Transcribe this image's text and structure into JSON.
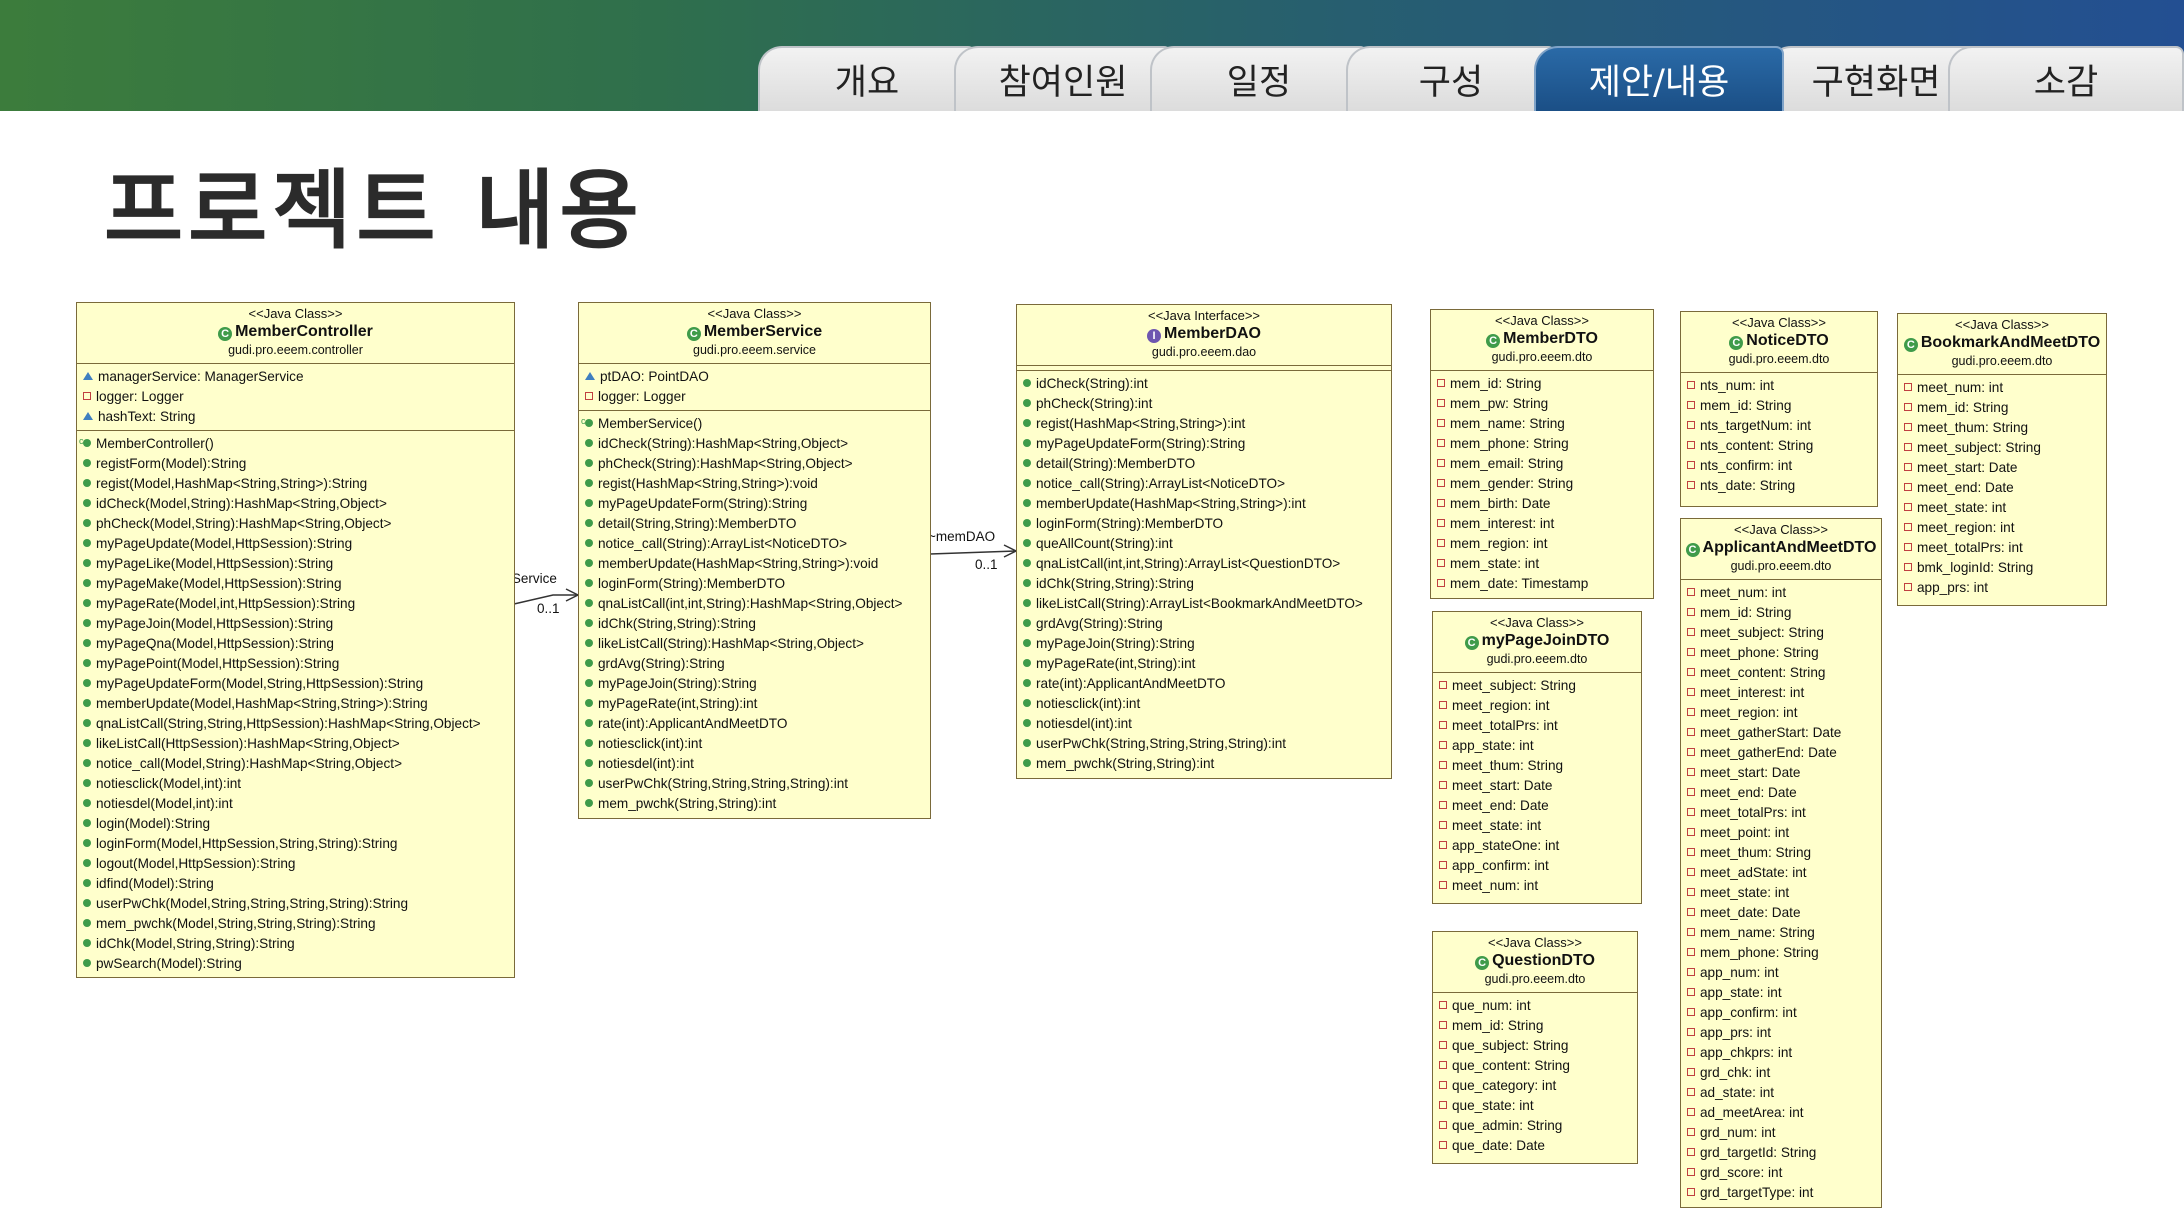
{
  "nav": {
    "tabs": [
      {
        "label": "개요",
        "active": false
      },
      {
        "label": "참여인원",
        "active": false
      },
      {
        "label": "일정",
        "active": false
      },
      {
        "label": "구성",
        "active": false
      },
      {
        "label": "제안/내용",
        "active": true
      },
      {
        "label": "구현화면",
        "active": false
      },
      {
        "label": "소감",
        "active": false
      }
    ]
  },
  "page": {
    "title": "프로젝트 내용"
  },
  "colors": {
    "header_start": "#3c7c3c",
    "header_end": "#234f92",
    "tab_active": "#1f5a96",
    "uml_fill": "#ffffcc",
    "uml_border": "#7a6a3a"
  },
  "diagram": {
    "member_controller": {
      "stereotype": "<<Java Class>>",
      "name": "MemberController",
      "package": "gudi.pro.eeem.controller",
      "fields": [
        "managerService: ManagerService",
        "logger: Logger",
        "hashText: String"
      ],
      "methods": [
        "MemberController()",
        "registForm(Model):String",
        "regist(Model,HashMap<String,String>):String",
        "idCheck(Model,String):HashMap<String,Object>",
        "phCheck(Model,String):HashMap<String,Object>",
        "myPageUpdate(Model,HttpSession):String",
        "myPageLike(Model,HttpSession):String",
        "myPageMake(Model,HttpSession):String",
        "myPageRate(Model,int,HttpSession):String",
        "myPageJoin(Model,HttpSession):String",
        "myPageQna(Model,HttpSession):String",
        "myPagePoint(Model,HttpSession):String",
        "myPageUpdateForm(Model,String,HttpSession):String",
        "memberUpdate(Model,HashMap<String,String>):String",
        "qnaListCall(String,String,HttpSession):HashMap<String,Object>",
        "likeListCall(HttpSession):HashMap<String,Object>",
        "notice_call(Model,String):HashMap<String,Object>",
        "notiesclick(Model,int):int",
        "notiesdel(Model,int):int",
        "login(Model):String",
        "loginForm(Model,HttpSession,String,String):String",
        "logout(Model,HttpSession):String",
        "idfind(Model):String",
        "userPwChk(Model,String,String,String,String):String",
        "mem_pwchk(Model,String,String,String):String",
        "idChk(Model,String,String):String",
        "pwSearch(Model):String"
      ]
    },
    "member_service": {
      "stereotype": "<<Java Class>>",
      "name": "MemberService",
      "package": "gudi.pro.eeem.service",
      "fields": [
        "ptDAO: PointDAO",
        "logger: Logger"
      ],
      "methods": [
        "MemberService()",
        "idCheck(String):HashMap<String,Object>",
        "phCheck(String):HashMap<String,Object>",
        "regist(HashMap<String,String>):void",
        "myPageUpdateForm(String):String",
        "detail(String,String):MemberDTO",
        "notice_call(String):ArrayList<NoticeDTO>",
        "memberUpdate(HashMap<String,String>):void",
        "loginForm(String):MemberDTO",
        "qnaListCall(int,int,String):HashMap<String,Object>",
        "idChk(String,String):String",
        "likeListCall(String):HashMap<String,Object>",
        "grdAvg(String):String",
        "myPageJoin(String):String",
        "myPageRate(int,String):int",
        "rate(int):ApplicantAndMeetDTO",
        "notiesclick(int):int",
        "notiesdel(int):int",
        "userPwChk(String,String,String,String):int",
        "mem_pwchk(String,String):int"
      ]
    },
    "member_dao": {
      "stereotype": "<<Java Interface>>",
      "name": "MemberDAO",
      "package": "gudi.pro.eeem.dao",
      "methods": [
        "idCheck(String):int",
        "phCheck(String):int",
        "regist(HashMap<String,String>):int",
        "myPageUpdateForm(String):String",
        "detail(String):MemberDTO",
        "notice_call(String):ArrayList<NoticeDTO>",
        "memberUpdate(HashMap<String,String>):int",
        "loginForm(String):MemberDTO",
        "queAllCount(String):int",
        "qnaListCall(int,int,String):ArrayList<QuestionDTO>",
        "idChk(String,String):String",
        "likeListCall(String):ArrayList<BookmarkAndMeetDTO>",
        "grdAvg(String):String",
        "myPageJoin(String):String",
        "myPageRate(int,String):int",
        "rate(int):ApplicantAndMeetDTO",
        "notiesclick(int):int",
        "notiesdel(int):int",
        "userPwChk(String,String,String,String):int",
        "mem_pwchk(String,String):int"
      ]
    },
    "member_dto": {
      "stereotype": "<<Java Class>>",
      "name": "MemberDTO",
      "package": "gudi.pro.eeem.dto",
      "fields": [
        "mem_id: String",
        "mem_pw: String",
        "mem_name: String",
        "mem_phone: String",
        "mem_email: String",
        "mem_gender: String",
        "mem_birth: Date",
        "mem_interest: int",
        "mem_region: int",
        "mem_state: int",
        "mem_date: Timestamp"
      ]
    },
    "my_page_join_dto": {
      "stereotype": "<<Java Class>>",
      "name": "myPageJoinDTO",
      "package": "gudi.pro.eeem.dto",
      "fields": [
        "meet_subject: String",
        "meet_region: int",
        "meet_totalPrs: int",
        "app_state: int",
        "meet_thum: String",
        "meet_start: Date",
        "meet_end: Date",
        "meet_state: int",
        "app_stateOne: int",
        "app_confirm: int",
        "meet_num: int"
      ]
    },
    "question_dto": {
      "stereotype": "<<Java Class>>",
      "name": "QuestionDTO",
      "package": "gudi.pro.eeem.dto",
      "fields": [
        "que_num: int",
        "mem_id: String",
        "que_subject: String",
        "que_content: String",
        "que_category: int",
        "que_state: int",
        "que_admin: String",
        "que_date: Date"
      ]
    },
    "notice_dto": {
      "stereotype": "<<Java Class>>",
      "name": "NoticeDTO",
      "package": "gudi.pro.eeem.dto",
      "fields": [
        "nts_num: int",
        "mem_id: String",
        "nts_targetNum: int",
        "nts_content: String",
        "nts_confirm: int",
        "nts_date: String"
      ]
    },
    "applicant_and_meet_dto": {
      "stereotype": "<<Java Class>>",
      "name": "ApplicantAndMeetDTO",
      "package": "gudi.pro.eeem.dto",
      "fields": [
        "meet_num: int",
        "mem_id: String",
        "meet_subject: String",
        "meet_phone: String",
        "meet_content: String",
        "meet_interest: int",
        "meet_region: int",
        "meet_gatherStart: Date",
        "meet_gatherEnd: Date",
        "meet_start: Date",
        "meet_end: Date",
        "meet_totalPrs: int",
        "meet_point: int",
        "meet_thum: String",
        "meet_adState: int",
        "meet_state: int",
        "meet_date: Date",
        "mem_name: String",
        "mem_phone: String",
        "app_num: int",
        "app_state: int",
        "app_confirm: int",
        "app_prs: int",
        "app_chkprs: int",
        "grd_chk: int",
        "ad_state: int",
        "ad_meetArea: int",
        "grd_num: int",
        "grd_targetId: String",
        "grd_score: int",
        "grd_targetType: int"
      ]
    },
    "bookmark_and_meet_dto": {
      "stereotype": "<<Java Class>>",
      "name": "BookmarkAndMeetDTO",
      "package": "gudi.pro.eeem.dto",
      "fields": [
        "meet_num: int",
        "mem_id: String",
        "meet_thum: String",
        "meet_subject: String",
        "meet_start: Date",
        "meet_end: Date",
        "meet_state: int",
        "meet_region: int",
        "meet_totalPrs: int",
        "bmk_loginId: String",
        "app_prs: int"
      ]
    },
    "associations": {
      "member_service_role": "~memService",
      "member_service_mult": "0..1",
      "member_dao_role": "~memDAO",
      "member_dao_mult": "0..1"
    }
  }
}
